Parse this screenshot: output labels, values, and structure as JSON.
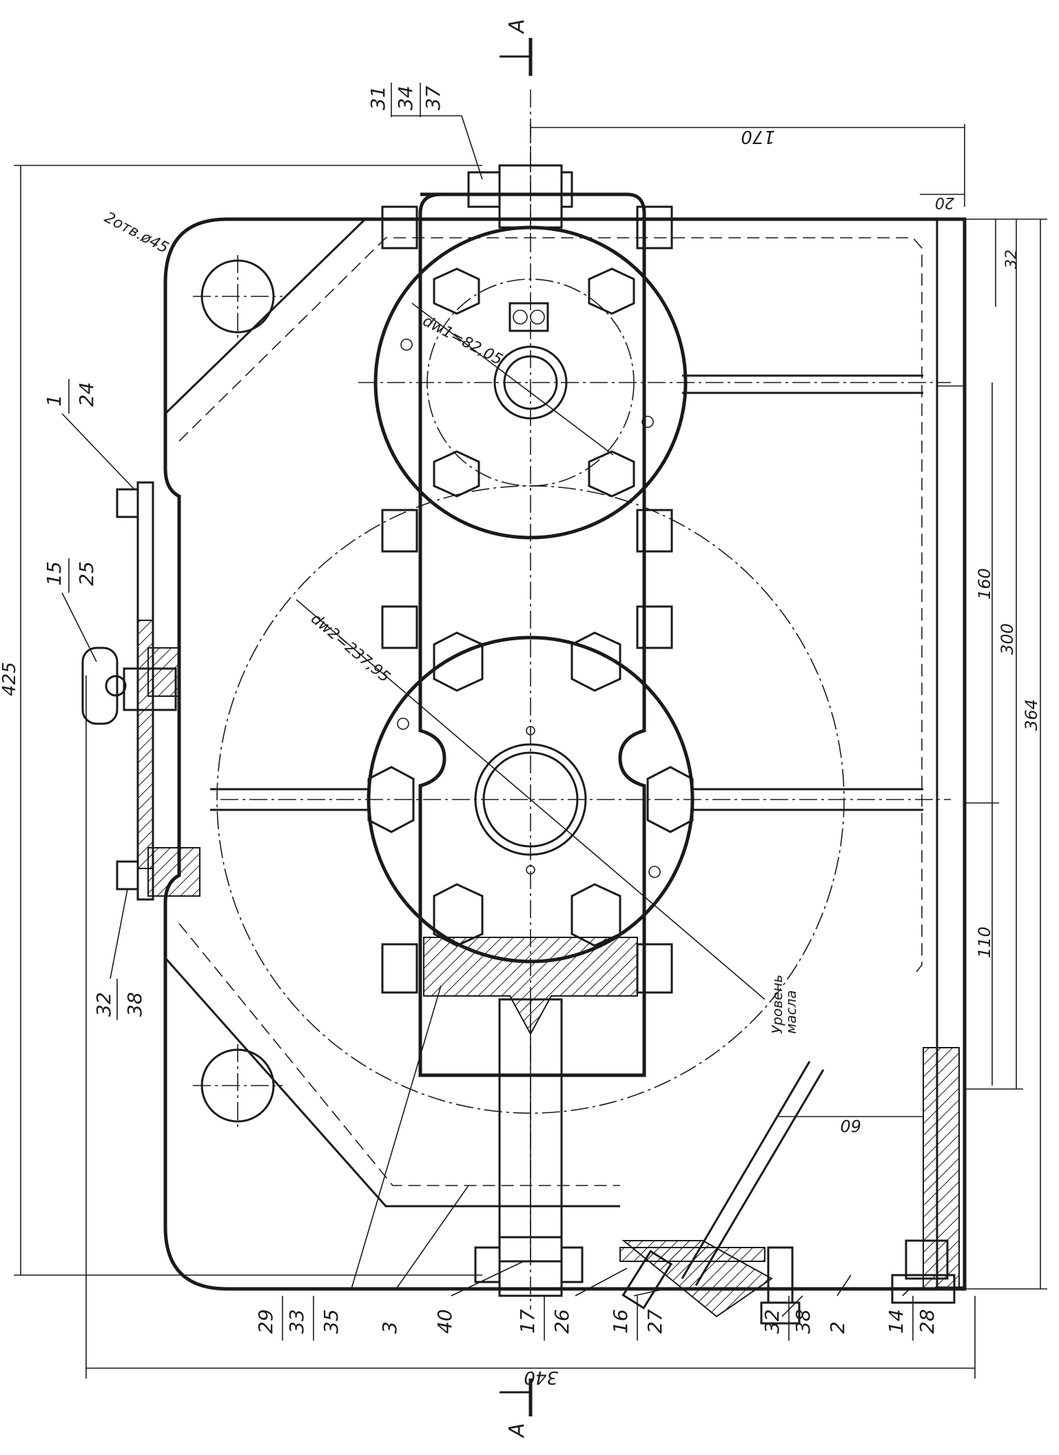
{
  "section_marks": {
    "top": "A",
    "bottom": "A"
  },
  "dimensions": {
    "overall_height": "425",
    "overall_width": "340",
    "top_width": "170",
    "top_small": "20",
    "right_32": "32",
    "right_160": "160",
    "right_300": "300",
    "right_364": "364",
    "right_110": "110",
    "oil_60": "60",
    "holes": "2отв.ø45",
    "dw1": "dw1=82,05",
    "dw2": "dw2=237,95",
    "oil_level_line1": "Уровень",
    "oil_level_line2": "масла"
  },
  "callouts": {
    "c31": "31",
    "c34": "34",
    "c37": "37",
    "c1": "1",
    "c24": "24",
    "c15": "15",
    "c25": "25",
    "c32_left": "32",
    "c38_left": "38",
    "c29": "29",
    "c33": "33",
    "c35": "35",
    "c3": "3",
    "c40": "40",
    "c17": "17",
    "c26": "26",
    "c16": "16",
    "c27": "27",
    "c32_bot": "32",
    "c38_bot": "38",
    "c2": "2",
    "c14": "14",
    "c28": "28"
  }
}
